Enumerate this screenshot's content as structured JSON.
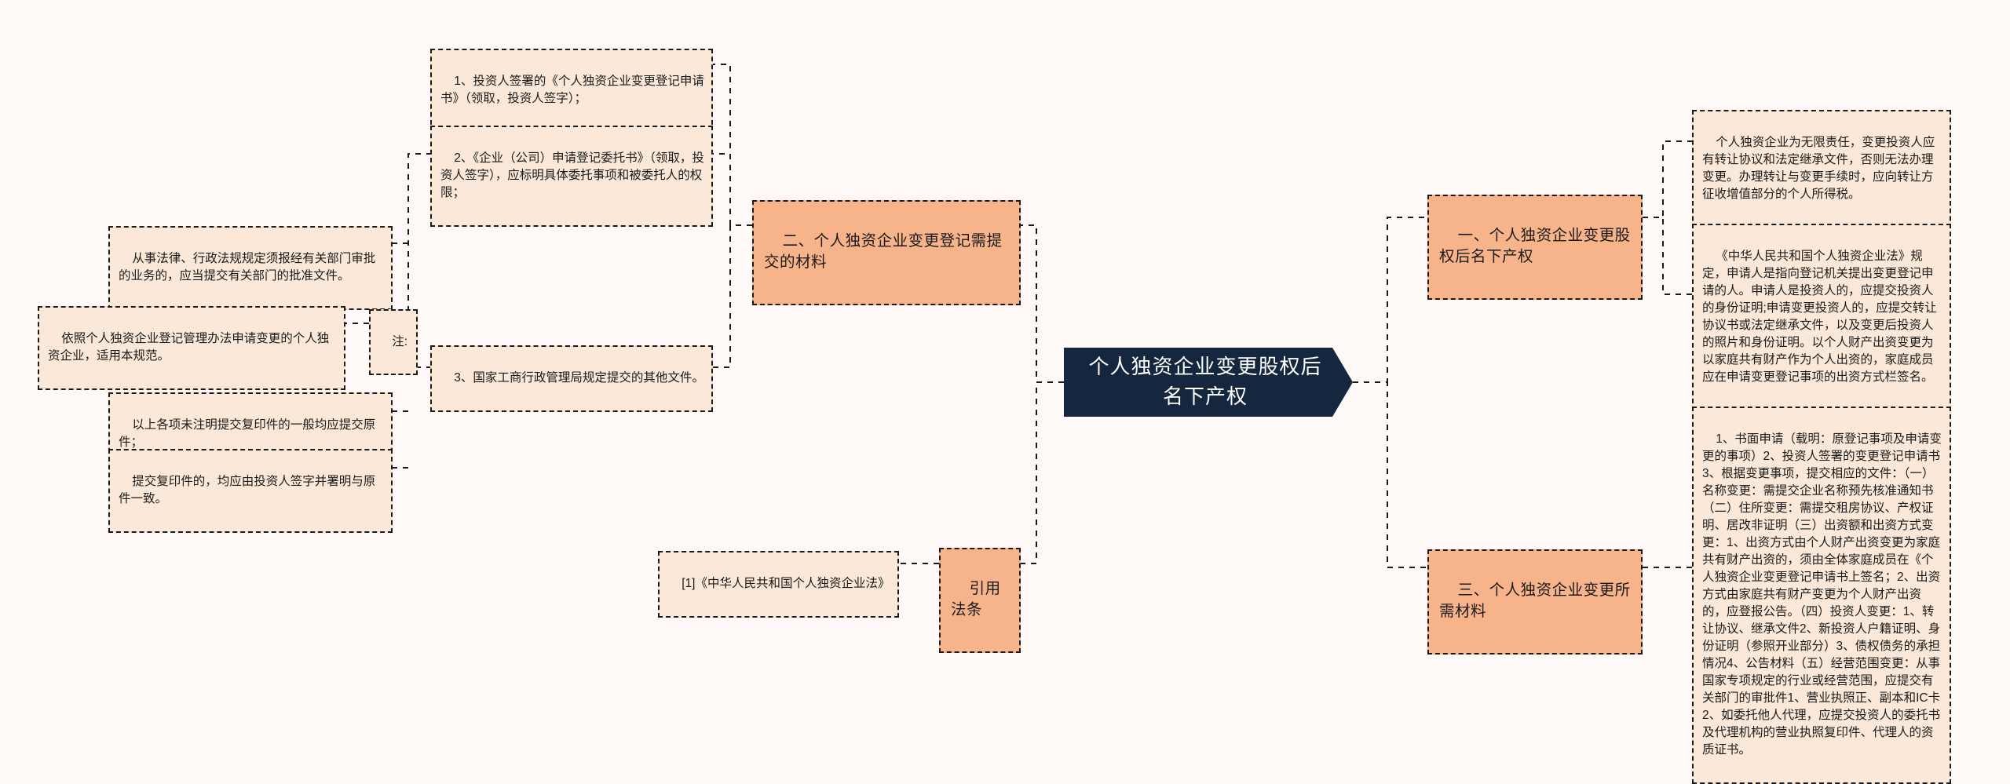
{
  "root": {
    "title": "个人独资企业变更股权后名下产权"
  },
  "colors": {
    "root_bg": "#15263f",
    "branch_bg": "#f7b48a",
    "leaf_bg": "#fbe8d8",
    "canvas_bg": "#fffaf7",
    "border": "#1a1a1a"
  },
  "branches": {
    "right_1": "一、个人独资企业变更股权后名下产权",
    "right_3": "三、个人独资企业变更所需材料",
    "left_2": "二、个人独资企业变更登记需提交的材料",
    "left_cite": "引用法条",
    "left_note": "注:"
  },
  "right_leaves": [
    "个人独资企业为无限责任，变更投资人应有转让协议和法定继承文件，否则无法办理变更。办理转让与变更手续时，应向转让方征收增值部分的个人所得税。",
    "《中华人民共和国个人独资企业法》规定，申请人是指向登记机关提出变更登记申请的人。申请人是投资人的，应提交投资人的身份证明;申请变更投资人的，应提交转让协议书或法定继承文件，以及变更后投资人的照片和身份证明。以个人财产出资变更为以家庭共有财产作为个人出资的，家庭成员应在申请变更登记事项的出资方式栏签名。",
    "1、书面申请（载明：原登记事项及申请变更的事项）2、投资人签署的变更登记申请书3、根据变更事项，提交相应的文件：（一）名称变更：需提交企业名称预先核准通知书（二）住所变更：需提交租房协议、产权证明、居改非证明（三）出资额和出资方式变更：1、出资方式由个人财产出资变更为家庭共有财产出资的，须由全体家庭成员在《个人独资企业变更登记申请书上签名；2、出资方式由家庭共有财产变更为个人财产出资的，应登报公告。（四）投资人变更：1、转让协议、继承文件2、新投资人户籍证明、身份证明（参照开业部分）3、债权债务的承担情况4、公告材料（五）经营范围变更：从事国家专项规定的行业或经营范围，应提交有关部门的审批件1、营业执照正、副本和IC卡2、如委托他人代理，应提交投资人的委托书及代理机构的营业执照复印件、代理人的资质证书。"
  ],
  "left_leaves": [
    "1、投资人签署的《个人独资企业变更登记申请书》（领取，投资人签字）；",
    "2、《企业（公司）申请登记委托书》（领取，投资人签字），应标明具体委托事项和被委托人的权限；",
    "3、国家工商行政管理局规定提交的其他文件。"
  ],
  "far_left_leaves": [
    "从事法律、行政法规规定须报经有关部门审批的业务的，应当提交有关部门的批准文件。",
    "依照个人独资企业登记管理办法申请变更的个人独资企业，适用本规范。",
    "以上各项未注明提交复印件的一般均应提交原件；",
    "提交复印件的，均应由投资人签字并署明与原件一致。"
  ],
  "cite_leaf": "[1]《中华人民共和国个人独资企业法》"
}
